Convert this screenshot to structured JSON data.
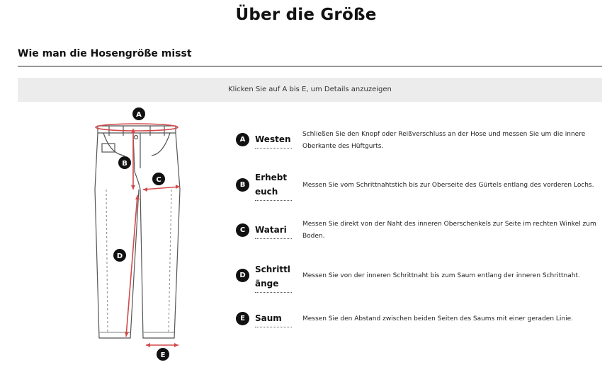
{
  "page_title": "Über die Größe",
  "section_title": "Wie man die Hosengröße misst",
  "hint": "Klicken Sie auf A bis E, um Details anzuzeigen",
  "diagram_labels": {
    "a": "A",
    "b": "B",
    "c": "C",
    "d": "D",
    "e": "E"
  },
  "measurements": [
    {
      "letter": "A",
      "label": "Westen",
      "desc": "Schließen Sie den Knopf oder Reißverschluss an der Hose und messen Sie um die innere Oberkante des Hüftgurts."
    },
    {
      "letter": "B",
      "label": "Erhebteuch",
      "desc": "Messen Sie vom Schrittnahtstich bis zur Oberseite des Gürtels entlang des vorderen Lochs."
    },
    {
      "letter": "C",
      "label": "Watari",
      "desc": "Messen Sie direkt von der Naht des inneren Oberschenkels zur Seite im rechten Winkel zum Boden."
    },
    {
      "letter": "D",
      "label": "Schrittlänge",
      "desc": "Messen Sie von der inneren Schrittnaht bis zum Saum entlang der inneren Schrittnaht."
    },
    {
      "letter": "E",
      "label": "Saum",
      "desc": "Messen Sie den Abstand zwischen beiden Seiten des Saums mit einer geraden Linie."
    }
  ],
  "colors": {
    "accent_red": "#d24a4a",
    "line": "#333333",
    "hint_bg": "#ececec"
  }
}
